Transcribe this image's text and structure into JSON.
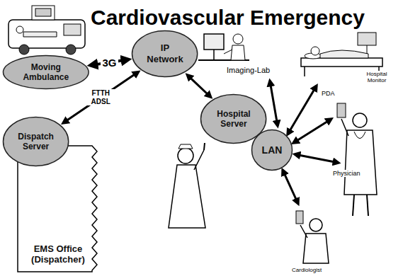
{
  "diagram": {
    "title": "Cardiovascular Emergency",
    "nodes": [
      {
        "text": [
          "Moving Ambulance"
        ]
      },
      {
        "text": [
          "IP Network"
        ]
      },
      {
        "text": [
          "Dispatch Server"
        ]
      },
      {
        "text": [
          "EMS Office (Dispatcher)"
        ]
      },
      {
        "text": [
          "Hospital Server"
        ]
      },
      {
        "text": [
          "LAN"
        ]
      }
    ],
    "edges": [
      {
        "from": 0,
        "to": 1,
        "label": "3G",
        "arrow": "both"
      },
      {
        "from": 2,
        "to": 1,
        "label": "FTTH ADSL",
        "arrow": "both"
      },
      {
        "from": 1,
        "to": 4,
        "arrow": "both"
      }
    ],
    "labels": [
      "Imaging-Lab",
      "Hospital Monitor",
      "PDA",
      "Physician",
      "Cardiologist"
    ]
  }
}
